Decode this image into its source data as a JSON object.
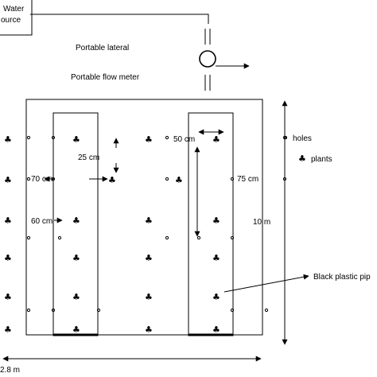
{
  "labels": {
    "water_source_line1": "Water",
    "water_source_line2": "ource",
    "portable_lateral": "Portable lateral",
    "portable_flow_meter": "Portable flow meter",
    "holes": "holes",
    "plants": "plants",
    "black_plastic_pipe": "Black plastic pip",
    "width_total": "2.8 m",
    "length_total": "10 m"
  },
  "dimensions": {
    "d50": "50 cm",
    "d25": "25 cm",
    "d70": "70 cm",
    "d75": "75 cm",
    "d60": "60 cm"
  },
  "symbols": {
    "plant": "♣",
    "plant_icon": "club-icon",
    "hole_icon": "circle-icon",
    "flow_meter_icon": "circle-icon"
  }
}
